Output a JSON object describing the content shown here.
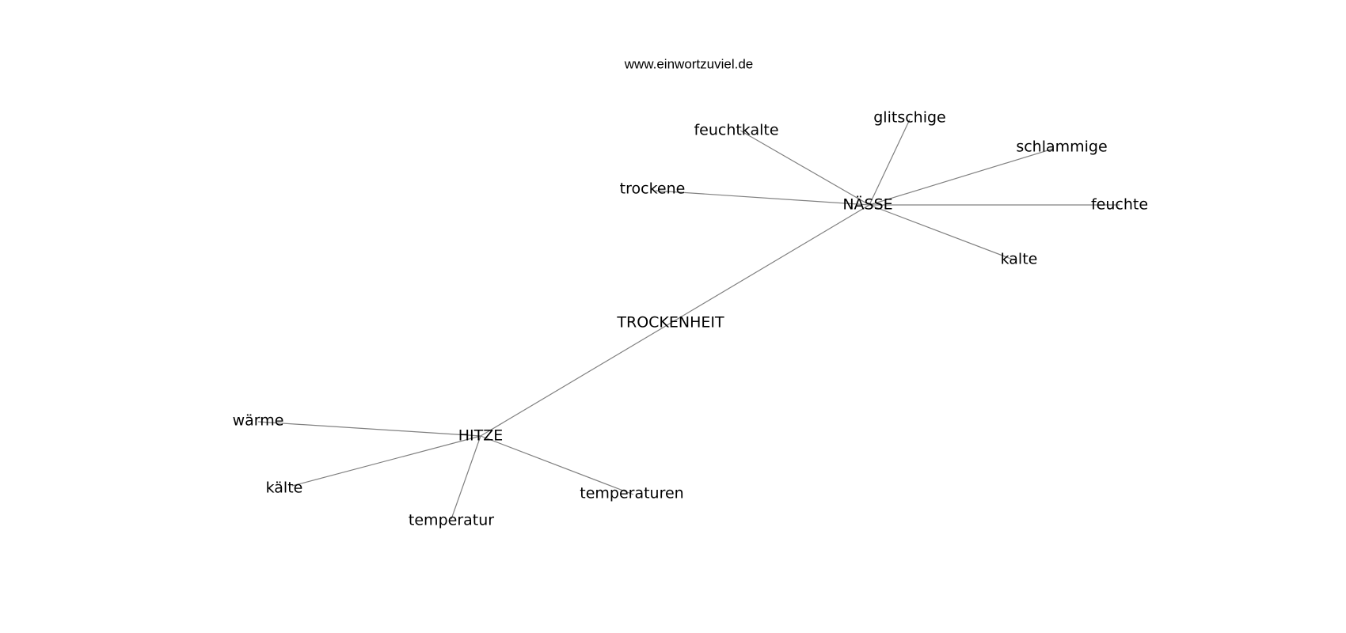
{
  "header": {
    "site": "www.einwortzuviel.de"
  },
  "nodes": [
    {
      "id": "trockenheit",
      "label": "TROCKENHEIT"
    },
    {
      "id": "naesse",
      "label": "NÄSSE"
    },
    {
      "id": "hitze",
      "label": "HITZE"
    },
    {
      "id": "feuchtkalte",
      "label": "feuchtkalte"
    },
    {
      "id": "glitschige",
      "label": "glitschige"
    },
    {
      "id": "schlammige",
      "label": "schlammige"
    },
    {
      "id": "trockene",
      "label": "trockene"
    },
    {
      "id": "feuchte",
      "label": "feuchte"
    },
    {
      "id": "kalte",
      "label": "kalte"
    },
    {
      "id": "waerme",
      "label": "wärme"
    },
    {
      "id": "kaelte",
      "label": "kälte"
    },
    {
      "id": "temperatur",
      "label": "temperatur"
    },
    {
      "id": "temperaturen",
      "label": "temperaturen"
    }
  ],
  "edges": [
    [
      "hitze",
      "naesse"
    ],
    [
      "naesse",
      "feuchtkalte"
    ],
    [
      "naesse",
      "glitschige"
    ],
    [
      "naesse",
      "schlammige"
    ],
    [
      "naesse",
      "trockene"
    ],
    [
      "naesse",
      "feuchte"
    ],
    [
      "naesse",
      "kalte"
    ],
    [
      "hitze",
      "waerme"
    ],
    [
      "hitze",
      "kaelte"
    ],
    [
      "hitze",
      "temperatur"
    ],
    [
      "hitze",
      "temperaturen"
    ]
  ],
  "colors": {
    "edge": "#808080",
    "text": "#000000",
    "background": "#ffffff"
  }
}
